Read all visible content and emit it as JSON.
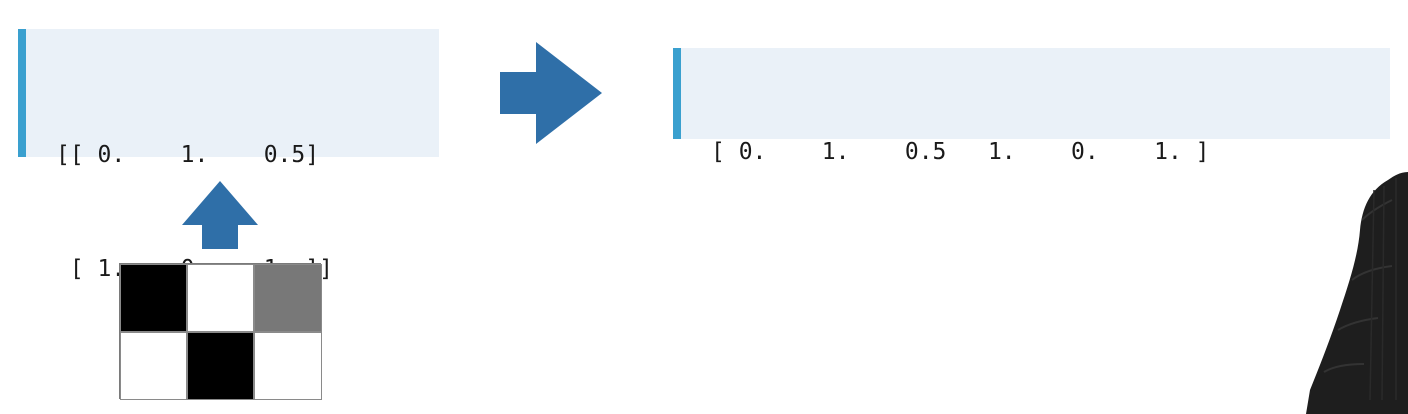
{
  "matrix": {
    "lines": [
      "[[ 0.    1.    0.5]",
      " [ 1.    0.    1. ]]"
    ]
  },
  "vector": {
    "line": "[ 0.    1.    0.5   1.    0.    1. ]"
  },
  "pixels": {
    "values": [
      [
        0.0,
        1.0,
        0.5
      ],
      [
        1.0,
        0.0,
        1.0
      ]
    ]
  },
  "colors": {
    "arrow": "#2f6fa8",
    "box_background": "#eaf1f8",
    "box_accent": "#3aa0cf"
  },
  "icons": {
    "transform_arrow": "arrow-right-icon",
    "source_arrow": "arrow-up-icon"
  }
}
